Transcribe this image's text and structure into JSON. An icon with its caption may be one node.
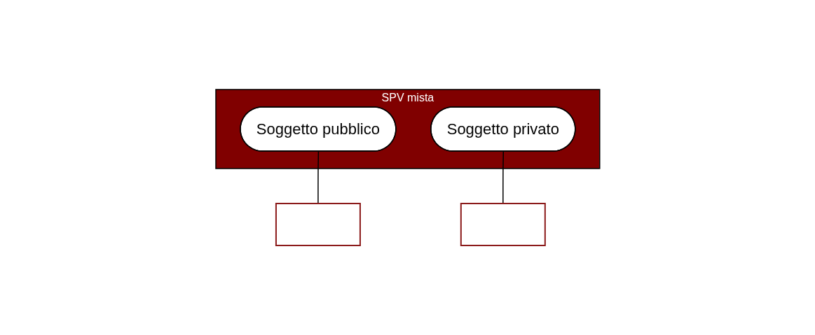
{
  "diagram": {
    "nodes": [
      {
        "text": [
          "SPV mista"
        ]
      },
      {
        "text": [
          "Soggetto pubblico"
        ],
        "in": 0
      },
      {
        "text": [
          "Soggetto privato"
        ],
        "in": 0
      },
      {
        "text": [],
        "shape": "box"
      },
      {
        "text": [],
        "shape": "box"
      }
    ],
    "edges": [
      {
        "from": 1,
        "to": 3,
        "arrow": "none"
      },
      {
        "from": 2,
        "to": 4,
        "arrow": "none"
      }
    ]
  }
}
